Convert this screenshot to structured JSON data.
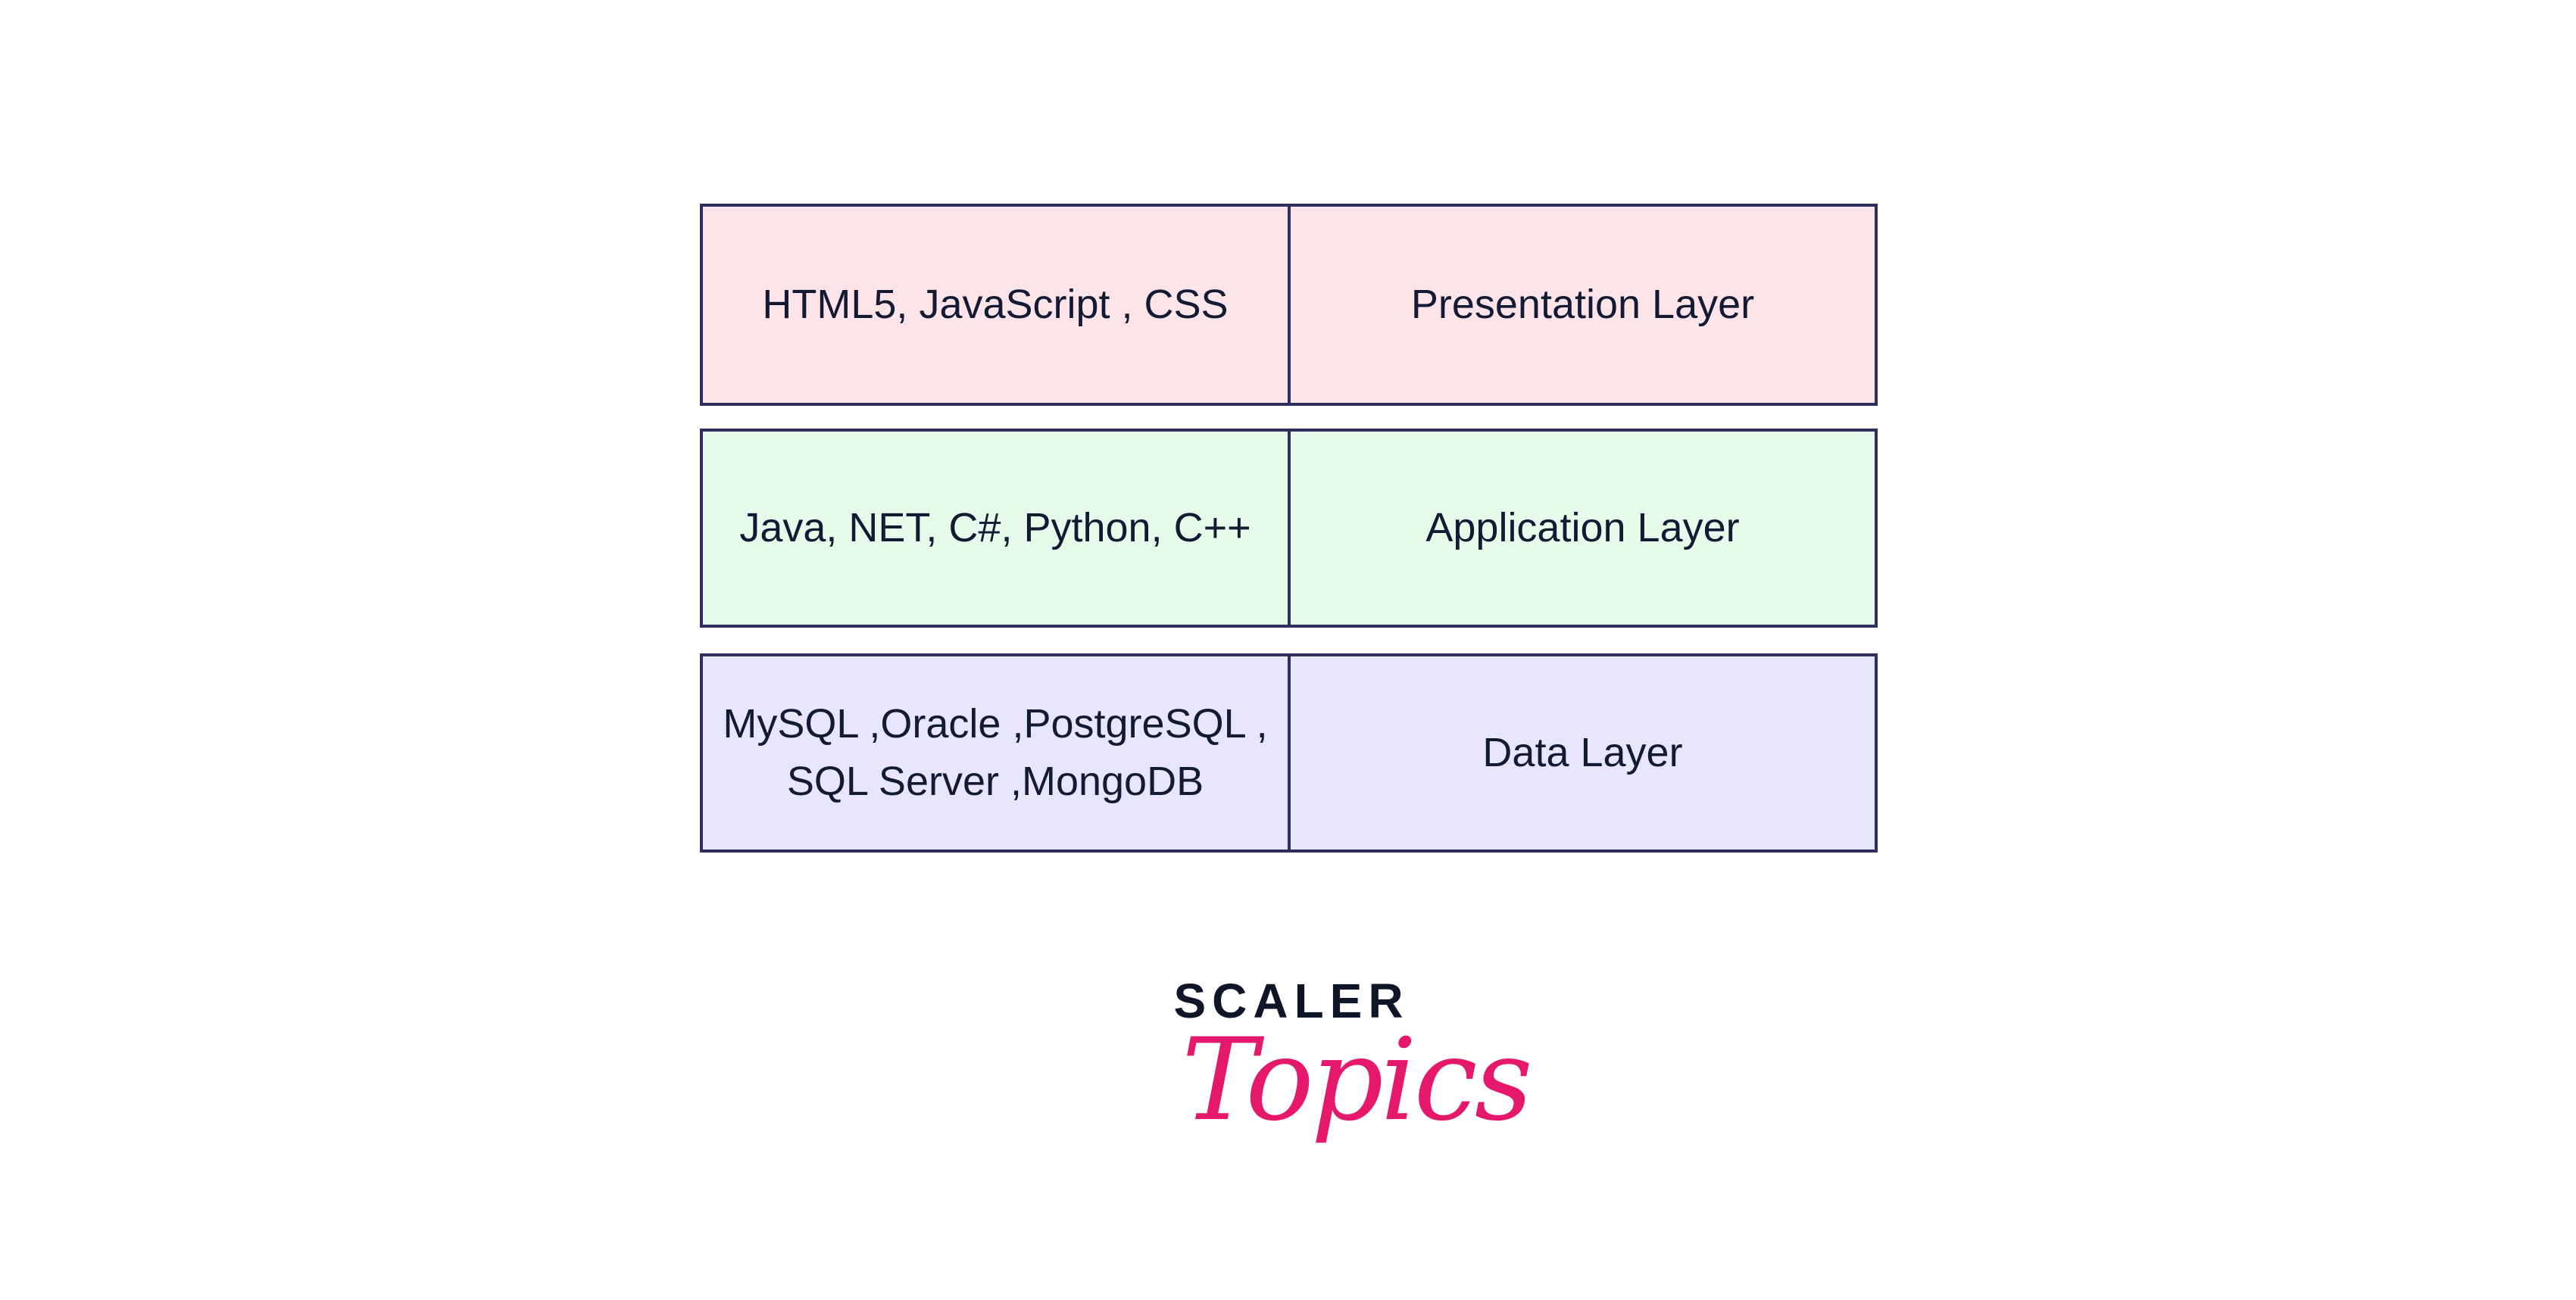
{
  "layers": [
    {
      "technologies": "HTML5, JavaScript , CSS",
      "name": "Presentation Layer",
      "color": "#fde4e9"
    },
    {
      "technologies": "Java, NET, C#, Python, C++",
      "name": "Application Layer",
      "color": "#e6fbea"
    },
    {
      "technologies_line1": "MySQL ,Oracle ,PostgreSQL ,",
      "technologies_line2": "SQL Server ,MongoDB",
      "name": "Data Layer",
      "color": "#e7e6fc"
    }
  ],
  "logo": {
    "brand": "SCALER",
    "sub": "Topics",
    "brand_color": "#0f1628",
    "accent_color": "#e5186b"
  }
}
